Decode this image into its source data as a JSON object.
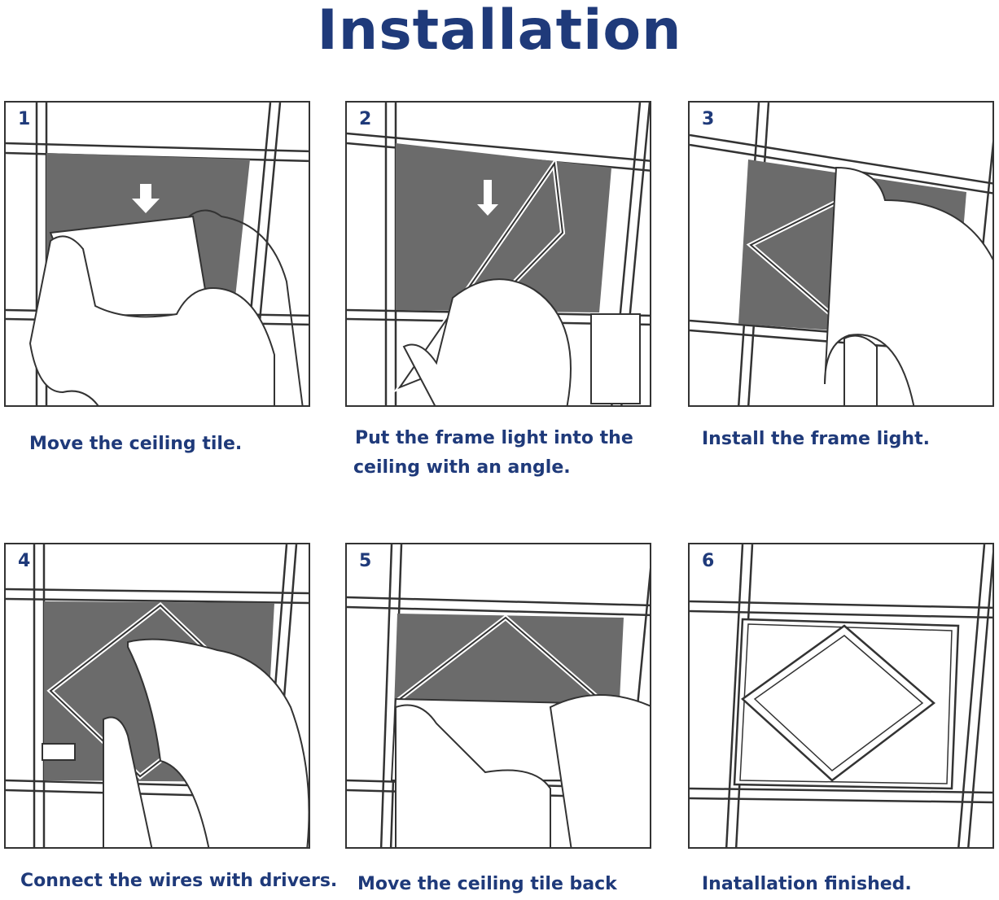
{
  "title": "Installation",
  "steps": [
    {
      "number": "1",
      "caption": "Move the ceiling tile."
    },
    {
      "number": "2",
      "caption_line1": "Put the frame light into the",
      "caption_line2": "ceiling with an angle."
    },
    {
      "number": "3",
      "caption": "Install the frame light."
    },
    {
      "number": "4",
      "caption": "Connect the wires with drivers."
    },
    {
      "number": "5",
      "caption": "Move the ceiling tile back"
    },
    {
      "number": "6",
      "caption": "Inatallation finished."
    }
  ],
  "colors": {
    "title": "#1f3a7a",
    "opening": "#6b6b6b",
    "outline": "#333333"
  }
}
